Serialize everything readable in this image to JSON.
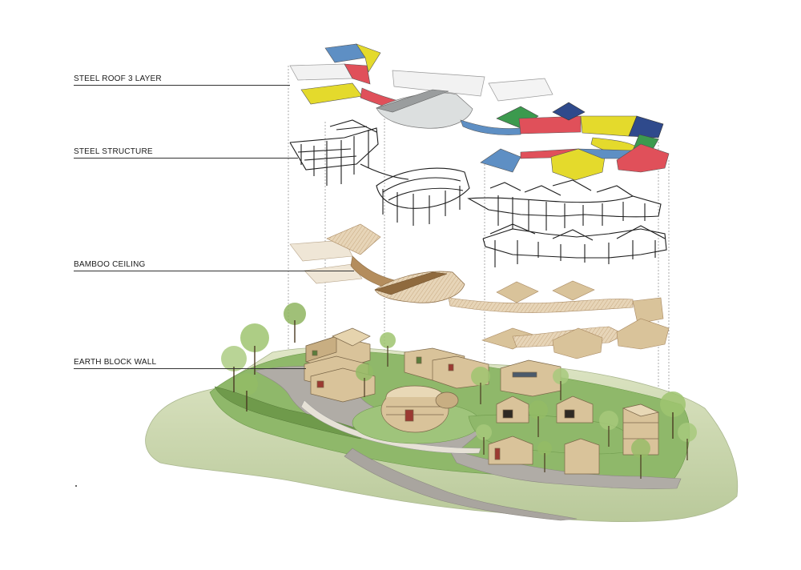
{
  "layers": [
    {
      "id": "roof",
      "label": "STEEL ROOF 3 LAYER"
    },
    {
      "id": "structure",
      "label": "STEEL STRUCTURE"
    },
    {
      "id": "ceiling",
      "label": "BAMBOO CEILING"
    },
    {
      "id": "wall",
      "label": "EARTH BLOCK WALL"
    }
  ],
  "colors": {
    "roof_blue": "#5e8fc4",
    "roof_yellow": "#e4da2c",
    "roof_red": "#e0505a",
    "roof_green": "#3c9a4e",
    "roof_navy": "#2f4a8c",
    "roof_grey": "#d9dcdc",
    "steel": "#1c1c1c",
    "bamboo": "#c9a77a",
    "earth_block": "#d9c39a",
    "terrain": "#cfd9b4",
    "grass": "#8fb86a",
    "path": "#b0aca6",
    "tree": "#8fb560"
  },
  "icons": [
    "tree-icon"
  ]
}
